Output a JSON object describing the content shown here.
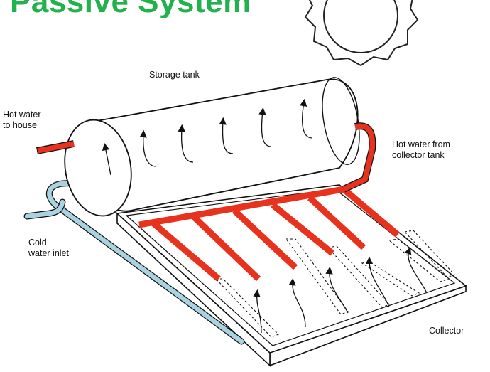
{
  "title": "Passive System",
  "labels": {
    "storage_tank": "Storage tank",
    "hot_water_house_line1": "Hot water",
    "hot_water_house_line2": "to house",
    "hot_water_collector_line1": "Hot water from",
    "hot_water_collector_line2": "collector tank",
    "cold_water_line1": "Cold",
    "cold_water_line2": "water inlet",
    "collector": "Collector"
  },
  "colors": {
    "hot_pipe": "#e8321e",
    "cold_pipe": "#a9d3e0",
    "title": "#22b14c",
    "line": "#111111"
  },
  "icons": {
    "sun": "sun-icon"
  }
}
